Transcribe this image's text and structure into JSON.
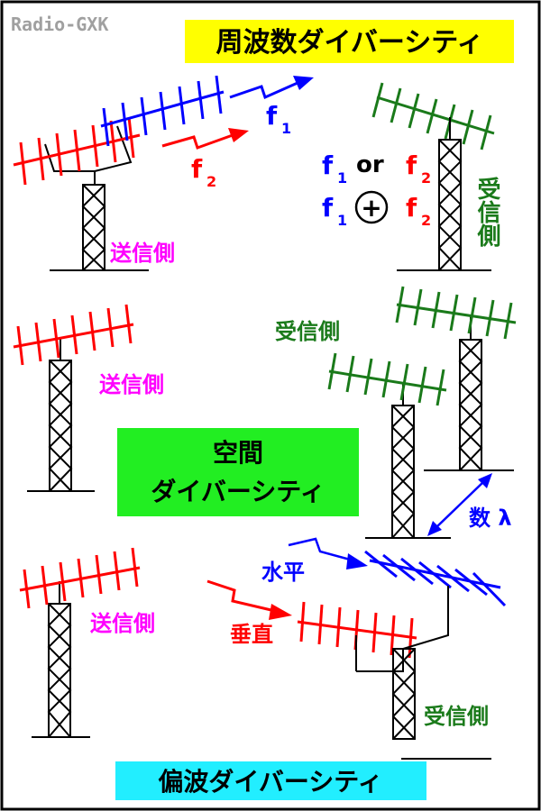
{
  "watermark": "Radio-GXK",
  "titles": {
    "frequency": "周波数ダイバーシティ",
    "space_line1": "空間",
    "space_line2": "ダイバーシティ",
    "polarization": "偏波ダイバーシティ"
  },
  "labels": {
    "tx": "送信側",
    "rx": "受信側",
    "f": "f",
    "sub1": "1",
    "sub2": "2",
    "or": "or",
    "plus": "+",
    "n_lambda": "数 λ",
    "horizontal": "水平",
    "vertical": "垂直"
  },
  "colors": {
    "tx_label": "#ff00ff",
    "rx": "#1a7a1a",
    "f1": "#0000ff",
    "f2": "#ff0000",
    "title_yellow_bg": "#ffff00",
    "title_green_bg": "#22ee22",
    "title_cyan_bg": "#22eeff",
    "tower": "#000000"
  }
}
